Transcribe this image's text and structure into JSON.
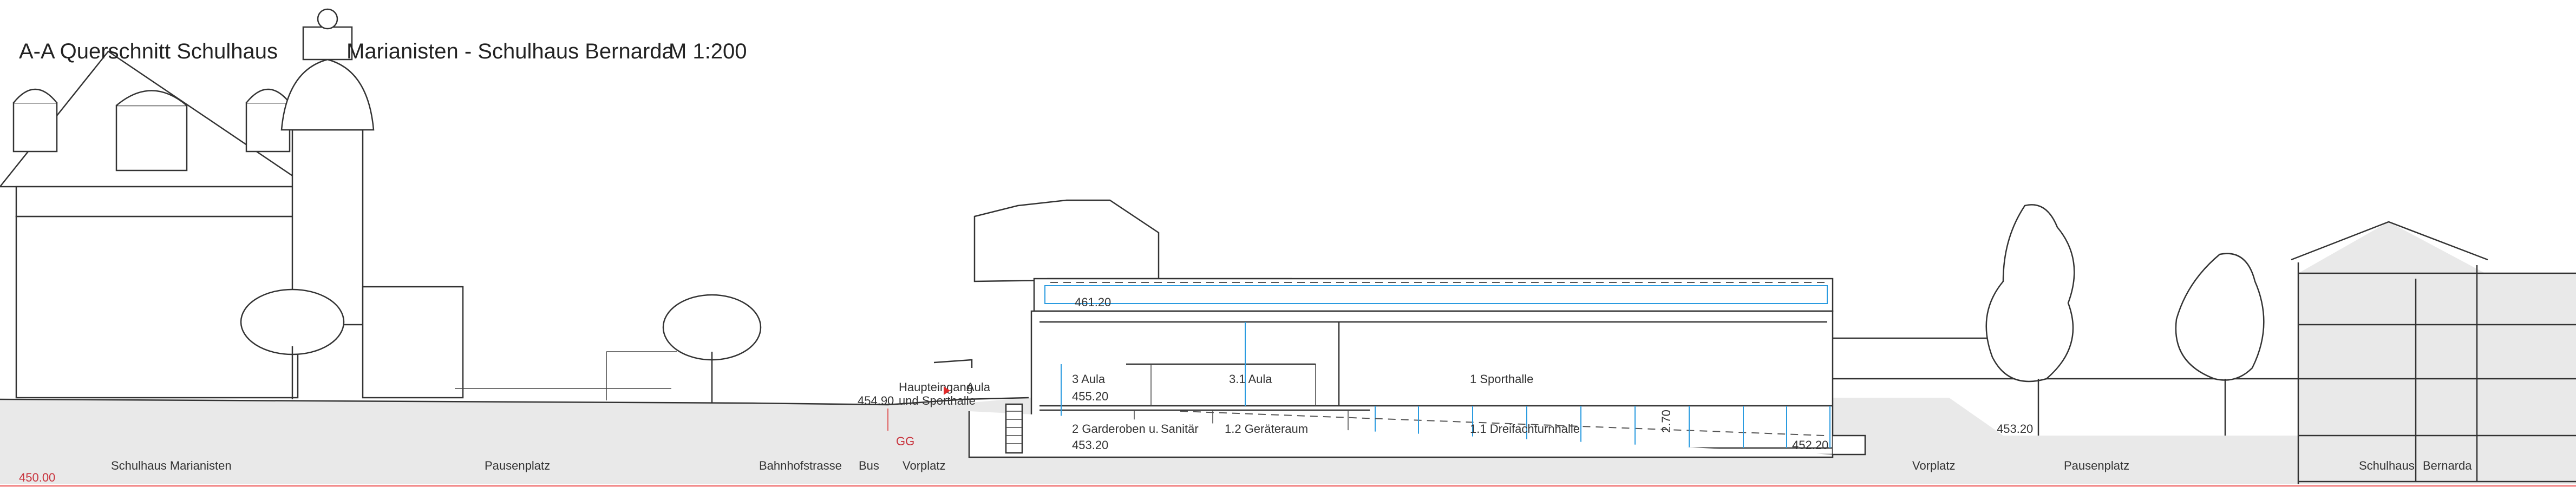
{
  "title": {
    "section": "A-A  Querschnitt  Schulhaus",
    "project": "Marianisten - Schulhaus Bernarda",
    "scale": "M 1:200"
  },
  "levels": {
    "reference": "450.00",
    "entrance": "454.90",
    "roof": "461.20",
    "aula": "455.20",
    "garderoben": "453.20",
    "halle_floor": "452.20",
    "pausenplatz_right": "453.20"
  },
  "rooms": {
    "aula": "3  Aula",
    "aula_31": "3.1 Aula",
    "sporthalle": "1  Sporthalle",
    "garderoben": "2 Garderoben u.",
    "sanitaer": "Sanitär",
    "geraeteraum": "1.2 Geräteraum",
    "dreifach": "1.1 Dreifachturnhalle"
  },
  "dimension": "2.70",
  "entrance": {
    "line1": "Haupteingang",
    "line1b": "Aula",
    "line2": "und Sporthalle",
    "marker": "GG"
  },
  "ground_labels": {
    "schulhaus_marianisten": "Schulhaus Marianisten",
    "pausenplatz_left": "Pausenplatz",
    "bahnhofstrasse": "Bahnhofstrasse",
    "bus": "Bus",
    "vorplatz_left": "Vorplatz",
    "vorplatz_right": "Vorplatz",
    "pausenplatz_right": "Pausenplatz",
    "schulhaus": "Schulhaus",
    "bernarda": "Bernarda"
  },
  "colors": {
    "accent_blue": "#2a9be0",
    "marker_red": "#c8323c",
    "ground": "#e9e9e9"
  }
}
